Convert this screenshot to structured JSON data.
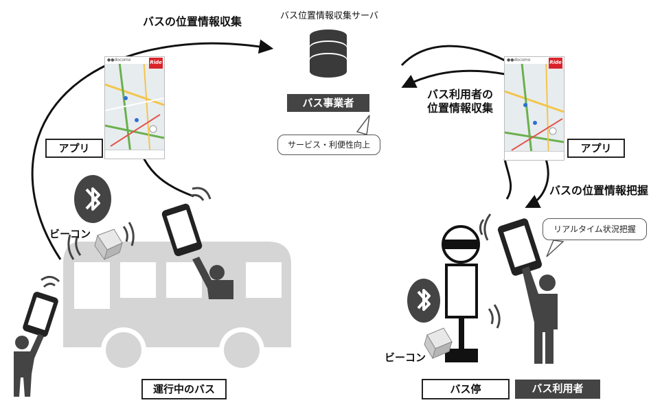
{
  "server": {
    "caption": "バス位置情報収集サーバ",
    "operator_label": "バス事業者"
  },
  "flows": {
    "bus_location_collection": "バスの位置情報収集",
    "user_location_collection_line1": "バス利用者の",
    "user_location_collection_line2": "位置情報収集",
    "bus_location_grasp": "バスの位置情報把握"
  },
  "bubbles": {
    "service_improvement": "サービス・利便性向上",
    "realtime_status": "リアルタイム状況把握"
  },
  "app": {
    "left_label": "アプリ",
    "right_label": "アプリ",
    "left_status": "●●docomo",
    "right_status": "●●docomo",
    "logo_text": "Ride"
  },
  "beacons": {
    "bus_beacon": "ビーコン",
    "stop_beacon": "ビーコン"
  },
  "captions": {
    "bus": "運行中のバス",
    "bus_stop": "バス停",
    "bus_user": "バス利用者"
  },
  "colors": {
    "bus_gray": "#d5d5d5",
    "figure_dark": "#444444",
    "map_bg": "#e7ecef"
  },
  "icons": {
    "database": "database-icon",
    "bluetooth": "bluetooth-icon",
    "smartphone": "smartphone-icon",
    "person": "person-icon",
    "bus": "bus-icon",
    "bus_stop": "bus-stop-icon"
  }
}
